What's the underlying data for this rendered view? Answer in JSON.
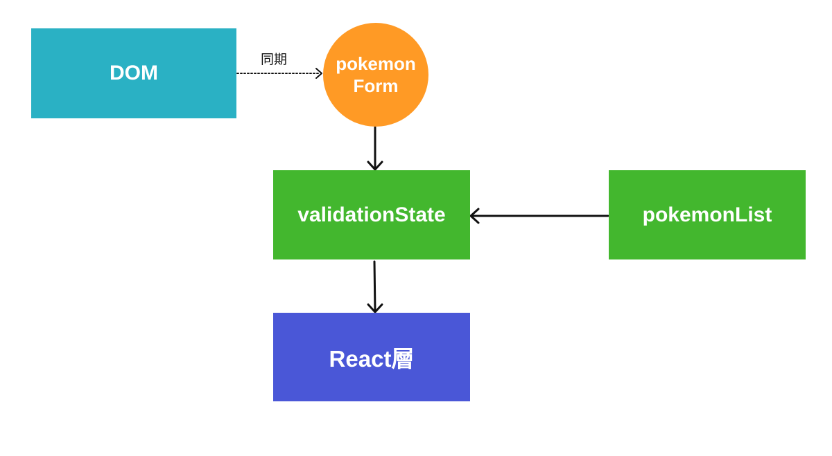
{
  "colors": {
    "dom": "#2AB1C4",
    "form": "#FF9A25",
    "state": "#43B72E",
    "react": "#4A57D7",
    "edge": "#111111"
  },
  "nodes": {
    "dom": "DOM",
    "form_line1": "pokemon",
    "form_line2": "Form",
    "validation_state": "validationState",
    "pokemon_list": "pokemonList",
    "react_layer": "React層"
  },
  "edges": {
    "dom_to_form_label": "同期"
  }
}
